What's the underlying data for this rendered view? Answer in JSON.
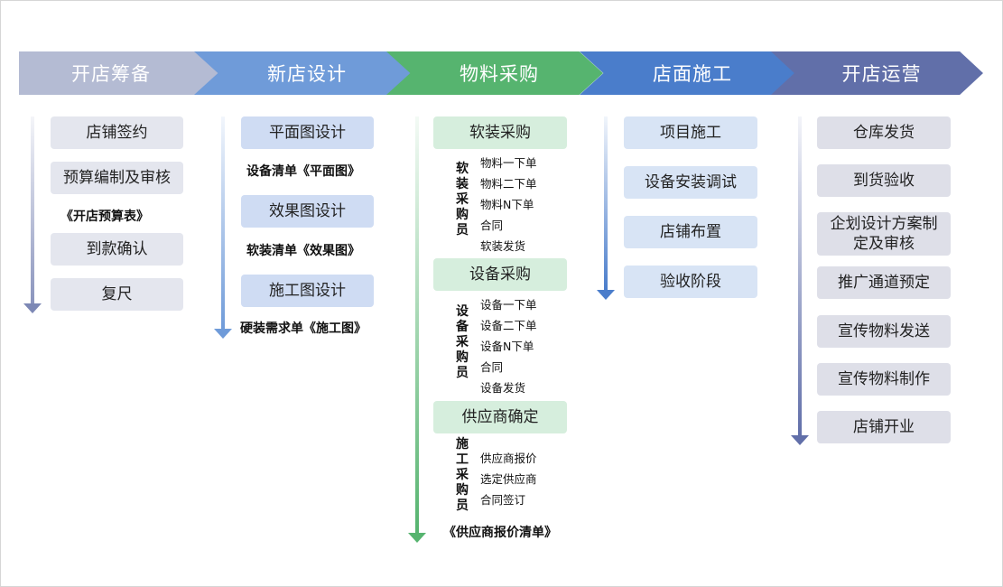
{
  "colors": {
    "stage1": "#b4bbd3",
    "stage2": "#6f9bd9",
    "stage3": "#56b46f",
    "stage4": "#4a7dcb",
    "stage5": "#616fa9"
  },
  "stages": [
    {
      "title": "开店筹备",
      "items": [
        "店铺签约",
        "预算编制及审核",
        "到款确认",
        "复尺"
      ],
      "notes": [
        "《开店预算表》"
      ]
    },
    {
      "title": "新店设计",
      "items": [
        "平面图设计",
        "效果图设计",
        "施工图设计"
      ],
      "notes": [
        "设备清单《平面图》",
        "软装清单《效果图》",
        "硬装需求单《施工图》"
      ]
    },
    {
      "title": "物料采购",
      "groups": [
        {
          "label": "软装采购",
          "role": [
            "软",
            "装",
            "采",
            "购",
            "员"
          ],
          "steps": [
            "物料一下单",
            "物料二下单",
            "物料N下单",
            "合同",
            "软装发货"
          ]
        },
        {
          "label": "设备采购",
          "role": [
            "设",
            "备",
            "采",
            "购",
            "员"
          ],
          "steps": [
            "设备一下单",
            "设备二下单",
            "设备N下单",
            "合同",
            "设备发货"
          ]
        },
        {
          "label": "供应商确定",
          "role": [
            "施",
            "工",
            "采",
            "购",
            "员"
          ],
          "steps": [
            "供应商报价",
            "选定供应商",
            "合同签订"
          ]
        }
      ],
      "notes": [
        "《供应商报价清单》"
      ]
    },
    {
      "title": "店面施工",
      "items": [
        "项目施工",
        "设备安装调试",
        "店铺布置",
        "验收阶段"
      ]
    },
    {
      "title": "开店运营",
      "items": [
        "仓库发货",
        "到货验收",
        "企划设计方案制定及审核",
        "推广通道预定",
        "宣传物料发送",
        "宣传物料制作",
        "店铺开业"
      ]
    }
  ]
}
